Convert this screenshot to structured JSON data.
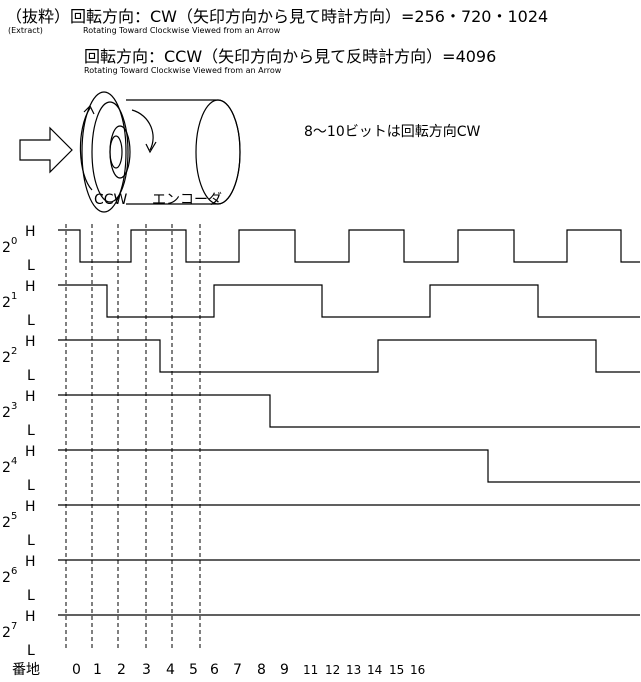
{
  "header": {
    "line1": "（抜粋）回転方向：CW（矢印方向から見て時計方向）=256・720・1024",
    "line1_sub_extract": "(Extract)",
    "line1_sub": "Rotating Toward Clockwise Viewed from an Arrow",
    "line2": "回転方向：CCW（矢印方向から見て反時計方向）=4096",
    "line2_sub": "Rotating Toward Clockwise Viewed from an Arrow"
  },
  "encoder": {
    "ccw_label": "CCW",
    "encoder_label": "エンコーダ",
    "note": "8～10ビットは回転方向CW"
  },
  "timing": {
    "high_label": "H",
    "low_label": "L",
    "bit_base": "2",
    "rows": [
      {
        "exp": "0",
        "state": "HLLHLHLHLHLHLHLHL"
      },
      {
        "exp": "1",
        "state": "HHLLLHHHHLLLHHHHL"
      },
      {
        "exp": "2",
        "state": "HHHHLLLLLLLHHHHHHHHL"
      },
      {
        "exp": "3",
        "state": "HHHHHHHHLLLLLLLLLL"
      },
      {
        "exp": "4",
        "state": "HHHHHHHHHHHHHHHHL"
      },
      {
        "exp": "5",
        "state": "HHHHHHHHHHHHHHHHH"
      },
      {
        "exp": "6",
        "state": "HHHHHHHHHHHHHHHHH"
      },
      {
        "exp": "7",
        "state": "HHHHHHHHHHHHHHHHH"
      }
    ],
    "address_label": "番地",
    "addresses": [
      "0",
      "1",
      "2",
      "3",
      "4",
      "5",
      "6",
      "7",
      "8",
      "9",
      "11",
      "12",
      "13",
      "14",
      "15",
      "16"
    ]
  }
}
